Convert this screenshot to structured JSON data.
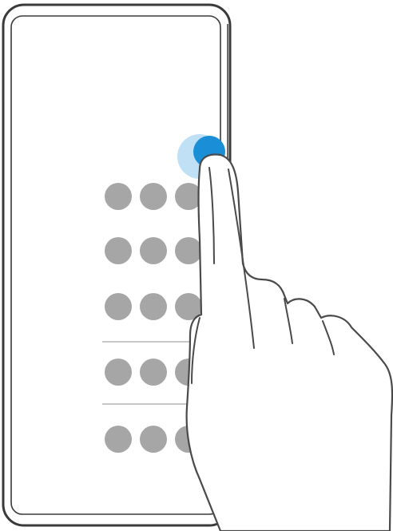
{
  "illustration": {
    "description_icon": "hand-swipe-from-edge-icon",
    "colors": {
      "phone_outline": "#3a3a3a",
      "screen_bg": "#ffffff",
      "app_icon": "#a6a6a6",
      "divider": "#b5b5b5",
      "touch_indicator": "#1a8fd8",
      "touch_glow": "#bfe0f5",
      "hand_outline": "#4a4a4a",
      "hand_fill": "#ffffff"
    },
    "app_grid": {
      "rows": 5,
      "columns": 3,
      "divider_rows_after": [
        3,
        4
      ]
    }
  }
}
